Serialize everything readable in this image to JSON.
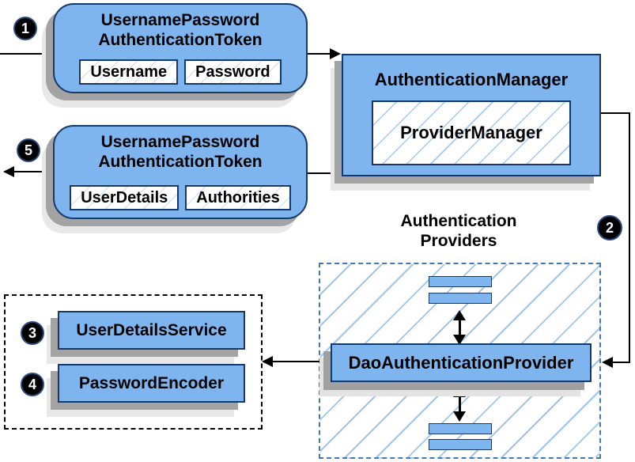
{
  "diagram": {
    "steps": {
      "s1": "1",
      "s2": "2",
      "s3": "3",
      "s4": "4",
      "s5": "5"
    },
    "token_request": {
      "title_line1": "UsernamePassword",
      "title_line2": "AuthenticationToken",
      "fields": [
        "Username",
        "Password"
      ]
    },
    "token_response": {
      "title_line1": "UsernamePassword",
      "title_line2": "AuthenticationToken",
      "fields": [
        "UserDetails",
        "Authorities"
      ]
    },
    "auth_manager": {
      "title": "AuthenticationManager",
      "inner": "ProviderManager"
    },
    "providers_label": {
      "line1": "Authentication",
      "line2": "Providers"
    },
    "dao_provider": "DaoAuthenticationProvider",
    "services": {
      "user_details_service": "UserDetailsService",
      "password_encoder": "PasswordEncoder"
    },
    "colors": {
      "box_fill": "#7FB5EF",
      "box_border": "#16386B",
      "hatch_line": "#9FC4EE",
      "dashed_border": "#4577B8",
      "shadow_dark": "#A3A3A3",
      "shadow_light": "#E8E8E8",
      "arrow": "#000000"
    }
  }
}
